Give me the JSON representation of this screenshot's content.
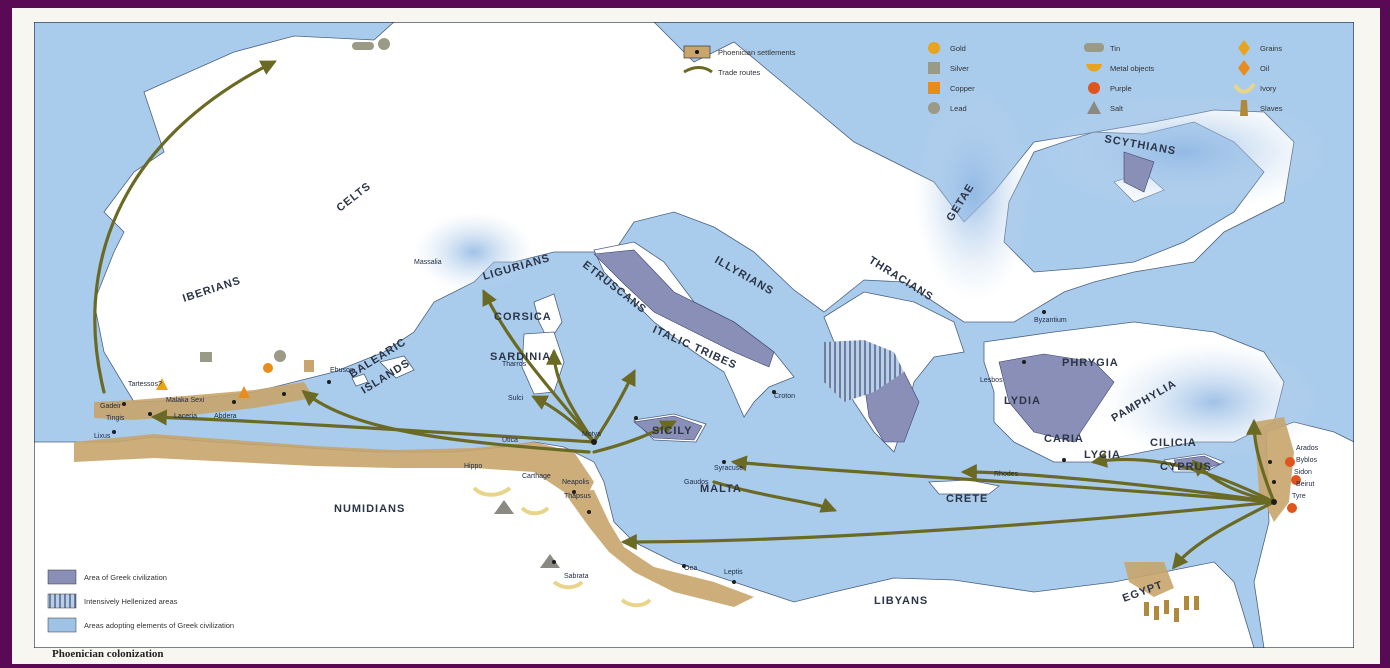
{
  "caption": "Phoenician colonization",
  "legend_top": {
    "settlements": "Phoenician settlements",
    "routes": "Trade routes",
    "goods": [
      {
        "label": "Gold",
        "icon": "gold-dot-icon",
        "color": "#e8a41e"
      },
      {
        "label": "Silver",
        "icon": "silver-square-icon",
        "color": "#9a9a86"
      },
      {
        "label": "Copper",
        "icon": "copper-square-icon",
        "color": "#e88c1e"
      },
      {
        "label": "Lead",
        "icon": "lead-dot-icon",
        "color": "#9a9a86"
      },
      {
        "label": "Tin",
        "icon": "tin-ingot-icon",
        "color": "#9a9a86"
      },
      {
        "label": "Metal objects",
        "icon": "metal-objects-icon",
        "color": "#e8a41e"
      },
      {
        "label": "Purple",
        "icon": "purple-dot-icon",
        "color": "#e0551e"
      },
      {
        "label": "Salt",
        "icon": "salt-triangle-icon",
        "color": "#8a8a82"
      },
      {
        "label": "Grains",
        "icon": "grains-icon",
        "color": "#e8a41e"
      },
      {
        "label": "Oil",
        "icon": "oil-icon",
        "color": "#e88c1e"
      },
      {
        "label": "Ivory",
        "icon": "ivory-tusk-icon",
        "color": "#e8d58a"
      },
      {
        "label": "Slaves",
        "icon": "slave-figure-icon",
        "color": "#b08a3a"
      }
    ]
  },
  "legend_bottom": [
    {
      "label": "Area of Greek civilization",
      "color": "#8a8fb8"
    },
    {
      "label": "Intensively Hellenized areas",
      "color": "hatch"
    },
    {
      "label": "Areas adopting elements of Greek civilization",
      "color": "#9fc3e6"
    }
  ],
  "peoples": {
    "celts": "CELTS",
    "iberians": "IBERIANS",
    "ligurians": "LIGURIANS",
    "etruscans": "ETRUSCANS",
    "illyrians": "ILLYRIANS",
    "italic": "ITALIC TRIBES",
    "thracians": "THRACIANS",
    "getae": "GETAE",
    "scythians": "SCYTHIANS",
    "phrygia": "PHRYGIA",
    "pamphylia": "PAMPHYLIA",
    "lydia": "LYDIA",
    "caria": "CARIA",
    "lycia": "LYCIA",
    "cilicia": "CILICIA",
    "numidians": "NUMIDIANS",
    "libyans": "LIBYANS",
    "egypt": "EGYPT",
    "corsica": "CORSICA",
    "sardinia": "SARDINIA",
    "sicily": "SICILY",
    "malta": "MALTA",
    "crete": "CRETE",
    "cyprus": "CYPRUS",
    "balearic": "BALEARIC",
    "islands": "ISLANDS"
  },
  "cities": {
    "gadeir": "Gadeir",
    "tingis": "Tingis",
    "lixus": "Lixus",
    "tartessos": "Tartessos?",
    "malaca": "Malaka Sexi",
    "abdera": "Abdera",
    "laceria": "Laceria",
    "ebusos": "Ebusos",
    "massalia": "Massalia",
    "carthage": "Carthage",
    "utica": "Utica",
    "hippo": "Hippo",
    "neapolis": "Neapolis",
    "thapsus": "Thapsus",
    "motya": "Motya",
    "syracuse": "Syracuse",
    "croton": "Croton",
    "gaudos": "Gaudos",
    "byzantium": "Byzantium",
    "lesbos": "Lesbos",
    "rhodes": "Rhodes",
    "sidon": "Sidon",
    "tyre": "Tyre",
    "arados": "Arados",
    "byblos": "Byblos",
    "beirut": "Beirut",
    "oea": "Oea",
    "leptis": "Leptis",
    "sabrata": "Sabrata",
    "sulci": "Sulci",
    "tharros": "Tharros"
  }
}
